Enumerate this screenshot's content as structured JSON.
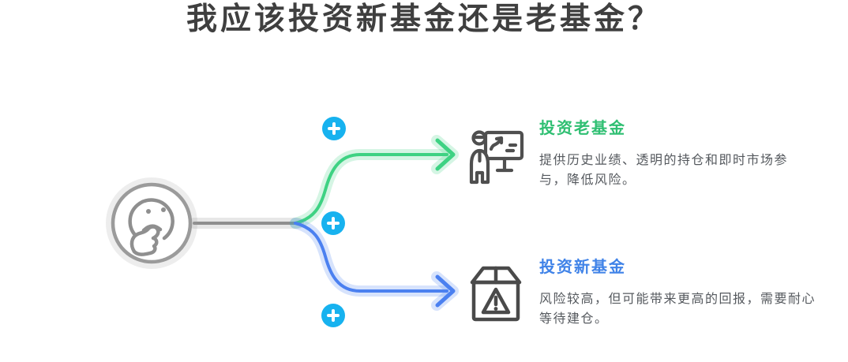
{
  "title": "我应该投资新基金还是老基金？",
  "center": {
    "icon": "thinking-face-icon"
  },
  "branches": [
    {
      "label": "投资老基金",
      "description": "提供历史业绩、透明的持仓和即时市场参\n与，降低风险。",
      "icon": "presenter-chart-icon",
      "label_color": "#2fbf72",
      "arrow_color": "#3ed283"
    },
    {
      "label": "投资新基金",
      "description": "风险较高，但可能带来更高的回报，需要耐心\n等待建仓。",
      "icon": "box-warning-icon",
      "label_color": "#4083e8",
      "arrow_color": "#4b80f0"
    }
  ],
  "add_buttons": {
    "count": 3,
    "glyph": "plus",
    "color": "#17b2ef"
  },
  "colors": {
    "background": "#ffffff",
    "title_text": "#3f3f3f",
    "body_text": "#55595e",
    "connector_gray": "#8f8f8f",
    "arrow_green": "#3ed283",
    "arrow_blue": "#4b80f0",
    "plus_button_cyan": "#17b2ef"
  }
}
